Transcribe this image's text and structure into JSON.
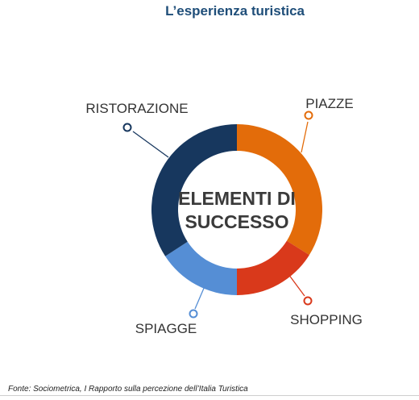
{
  "title": "L’esperienza turistica",
  "center": {
    "line1": "ELEMENTI DI",
    "line2": "SUCCESSO"
  },
  "segments": [
    {
      "label": "PIAZZE",
      "color": "#e36c0a"
    },
    {
      "label": "SHOPPING",
      "color": "#d9391b"
    },
    {
      "label": "SPIAGGE",
      "color": "#558ed5"
    },
    {
      "label": "RISTORAZIONE",
      "color": "#17375e"
    }
  ],
  "source": "Fonte: Sociometrica, I Rapporto sulla percezione dell’Italia Turistica"
}
